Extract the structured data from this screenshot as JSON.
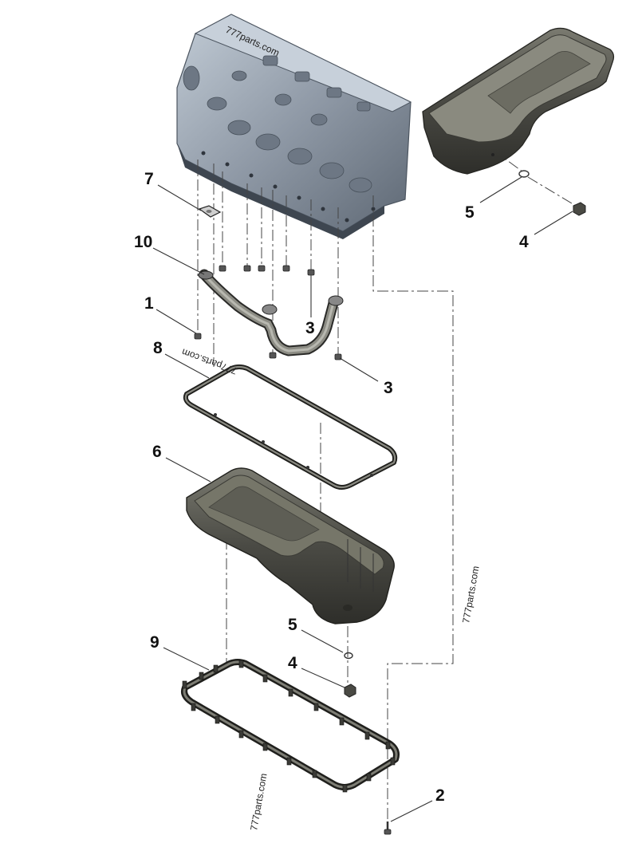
{
  "callouts": {
    "c7": "7",
    "c10": "10",
    "c1": "1",
    "c8": "8",
    "c3a": "3",
    "c3b": "3",
    "c6": "6",
    "c5a": "5",
    "c5b": "5",
    "c4a": "4",
    "c4b": "4",
    "c9": "9",
    "c2": "2"
  },
  "watermarks": {
    "w1": "777parts.com",
    "w2": "777parts.com",
    "w3": "777parts.com",
    "w4": "777parts.com"
  },
  "colors": {
    "pan": "#4a4a44",
    "pan_light": "#77776c",
    "pan_dark": "#2b2b27",
    "block": "#8f99a6",
    "block_light": "#b8c2cd",
    "block_dark": "#5e6874",
    "gasket": "#3a3a36",
    "callout": "#111111"
  }
}
